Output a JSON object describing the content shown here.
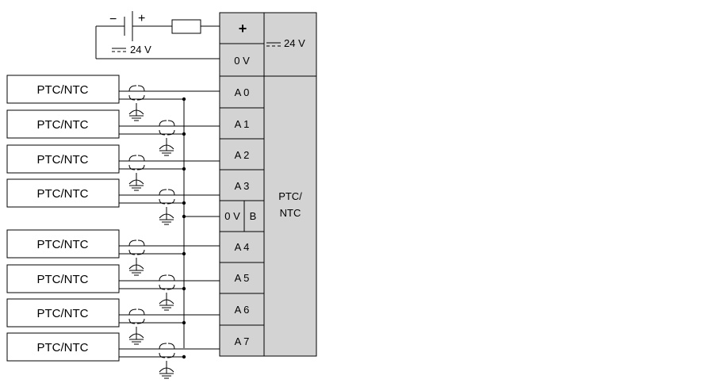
{
  "power": {
    "minus_symbol": "−",
    "plus_symbol": "+",
    "voltage_label": "24 V",
    "module_voltage_label": "24 V"
  },
  "module": {
    "label_line1": "PTC/",
    "label_line2": "NTC",
    "plus_terminal": "+",
    "zero_v_terminal": "0 V",
    "analog_terminals": [
      "A 0",
      "A 1",
      "A 2",
      "A 3",
      "A 4",
      "A 5",
      "A 6",
      "A 7"
    ],
    "common_zero_v": "0 V",
    "common_b": "B"
  },
  "sensors": [
    "PTC/NTC",
    "PTC/NTC",
    "PTC/NTC",
    "PTC/NTC",
    "PTC/NTC",
    "PTC/NTC",
    "PTC/NTC",
    "PTC/NTC"
  ],
  "colors": {
    "module_fill": "#d3d3d3",
    "line": "#000000"
  }
}
